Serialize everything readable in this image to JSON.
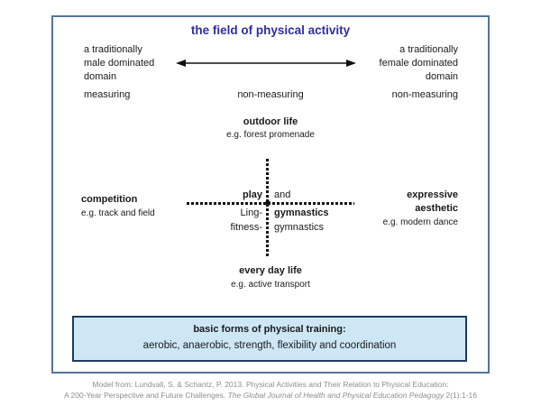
{
  "title": "the field of physical activity",
  "colors": {
    "title_blue": "#2e2e9e",
    "frame_border": "#55749f",
    "training_box_fill": "#cde7f5",
    "training_box_border": "#1c3a5e",
    "body_text": "#1a1a1a",
    "citation_gray": "#8e8e8e"
  },
  "poles": {
    "left": "a traditionally\nmale dominated\ndomain",
    "right": "a traditionally\nfemale dominated\ndomain",
    "arrow_icon": "left-right-arrow"
  },
  "measuring_row": {
    "left": "measuring",
    "center": "non-measuring",
    "right": "non-measuring"
  },
  "quadrants": {
    "top": {
      "label": "outdoor life",
      "example": "e.g. forest promenade"
    },
    "left": {
      "label": "competition",
      "example": "e.g. track and field"
    },
    "right": {
      "label": "expressive\naesthetic",
      "example": "e.g. modern dance"
    },
    "bottom": {
      "label": "every day life",
      "example": "e.g. active transport"
    }
  },
  "center_cross": {
    "top_left_bold": "play",
    "top_right": "and",
    "mid_left": "Ling-",
    "mid_right_bold": "gymnastics",
    "bottom_left": "fitness-",
    "bottom_right": "gymnastics"
  },
  "training_box": {
    "heading": "basic forms of physical training:",
    "items": "aerobic, anaerobic, strength, flexibility and coordination"
  },
  "citation": {
    "line1": "Model from: Lundvall, S. & Schantz, P. 2013. Physical Activities and Their Relation to Physical Education:",
    "line2_prefix": "A 200-Year Perspective and Future Challenges. ",
    "line2_italic": "The Global Journal of Health and Physical Education Pedagogy",
    "line2_suffix": " 2(1):1-16"
  }
}
